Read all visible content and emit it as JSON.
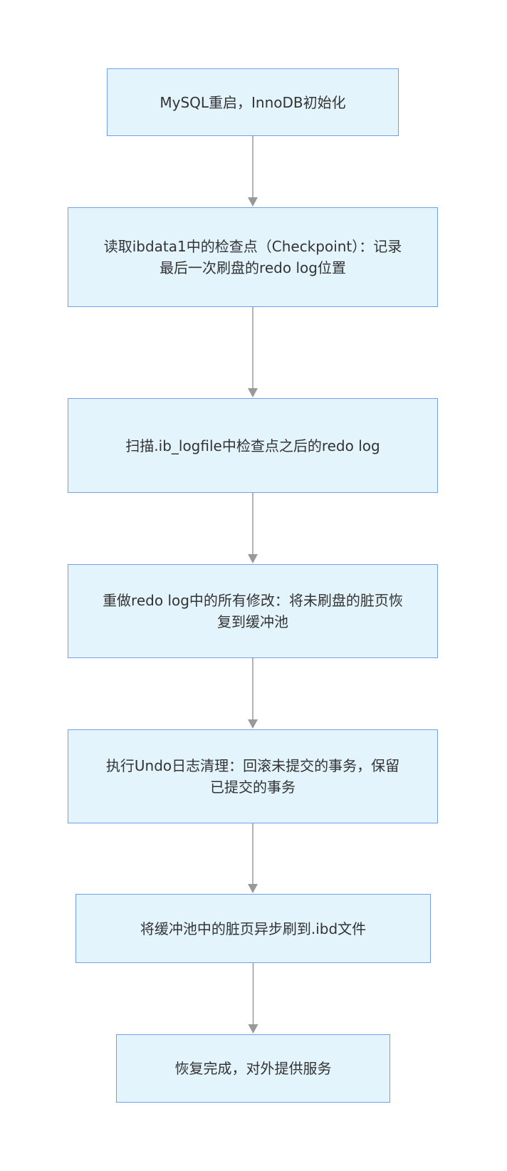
{
  "colors": {
    "node_fill": "#e3f4fc",
    "node_border": "#6f9fe8",
    "edge": "#999999",
    "arrowhead": "#999999",
    "text": "#333333"
  },
  "nodes": [
    {
      "id": "n1",
      "label": "MySQL重启，InnoDB初始化"
    },
    {
      "id": "n2",
      "label": "读取ibdata1中的检查点（Checkpoint）：记录最后一次刷盘的redo log位置"
    },
    {
      "id": "n3",
      "label": "扫描.ib_logfile中检查点之后的redo log"
    },
    {
      "id": "n4",
      "label": "重做redo log中的所有修改：将未刷盘的脏页恢复到缓冲池"
    },
    {
      "id": "n5",
      "label": "执行Undo日志清理：回滚未提交的事务，保留已提交的事务"
    },
    {
      "id": "n6",
      "label": "将缓冲池中的脏页异步刷到.ibd文件"
    },
    {
      "id": "n7",
      "label": "恢复完成，对外提供服务"
    }
  ],
  "edges": [
    {
      "from": "n1",
      "to": "n2"
    },
    {
      "from": "n2",
      "to": "n3"
    },
    {
      "from": "n3",
      "to": "n4"
    },
    {
      "from": "n4",
      "to": "n5"
    },
    {
      "from": "n5",
      "to": "n6"
    },
    {
      "from": "n6",
      "to": "n7"
    }
  ]
}
